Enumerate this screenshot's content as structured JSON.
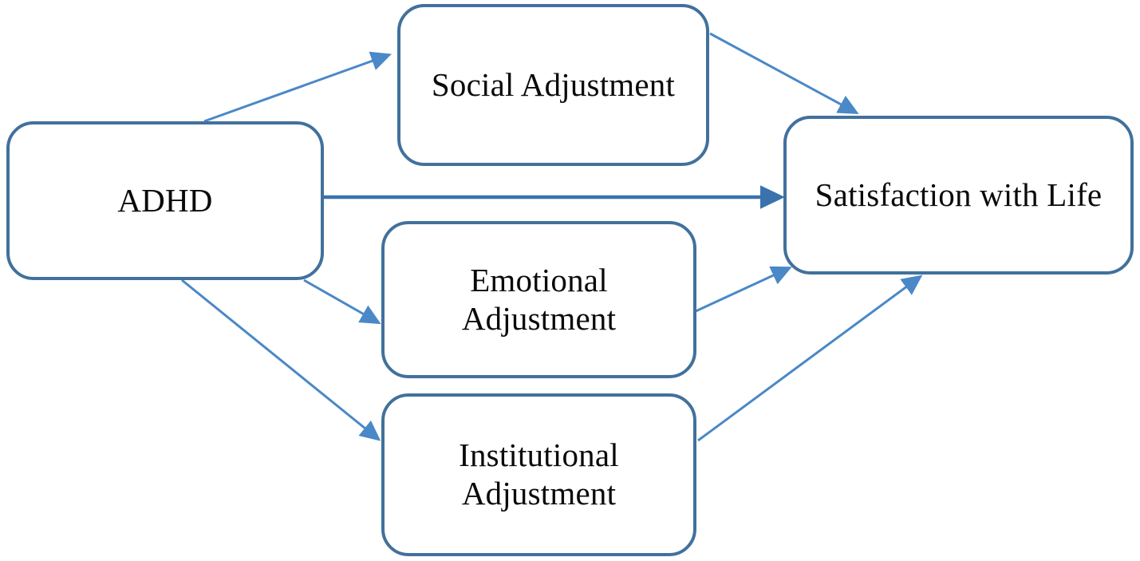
{
  "diagram": {
    "type": "path-model-diagram",
    "nodes": [
      {
        "id": "adhd",
        "label": "ADHD"
      },
      {
        "id": "social",
        "label": "Social Adjustment"
      },
      {
        "id": "emotional",
        "label": "Emotional\nAdjustment"
      },
      {
        "id": "inst",
        "label": "Institutional\nAdjustment"
      },
      {
        "id": "swl",
        "label": "Satisfaction with Life"
      }
    ],
    "edges": [
      {
        "id": "adhd-social",
        "from": "adhd",
        "to": "social",
        "label": ""
      },
      {
        "id": "adhd-swl",
        "from": "adhd",
        "to": "swl",
        "label": ""
      },
      {
        "id": "adhd-emotional",
        "from": "adhd",
        "to": "emotional",
        "label": ""
      },
      {
        "id": "adhd-inst",
        "from": "adhd",
        "to": "inst",
        "label": ""
      },
      {
        "id": "social-swl",
        "from": "social",
        "to": "swl",
        "label": ""
      },
      {
        "id": "emotional-swl",
        "from": "emotional",
        "to": "swl",
        "label": ""
      },
      {
        "id": "inst-swl",
        "from": "inst",
        "to": "swl",
        "label": ""
      }
    ],
    "colors": {
      "node_border": "#41719C",
      "node_fill": "#FFFFFF",
      "arrow_thin": "#4A88C7",
      "arrow_thick": "#3A72AE",
      "text": "#0A0A0A",
      "background": "#FFFFFF"
    }
  }
}
